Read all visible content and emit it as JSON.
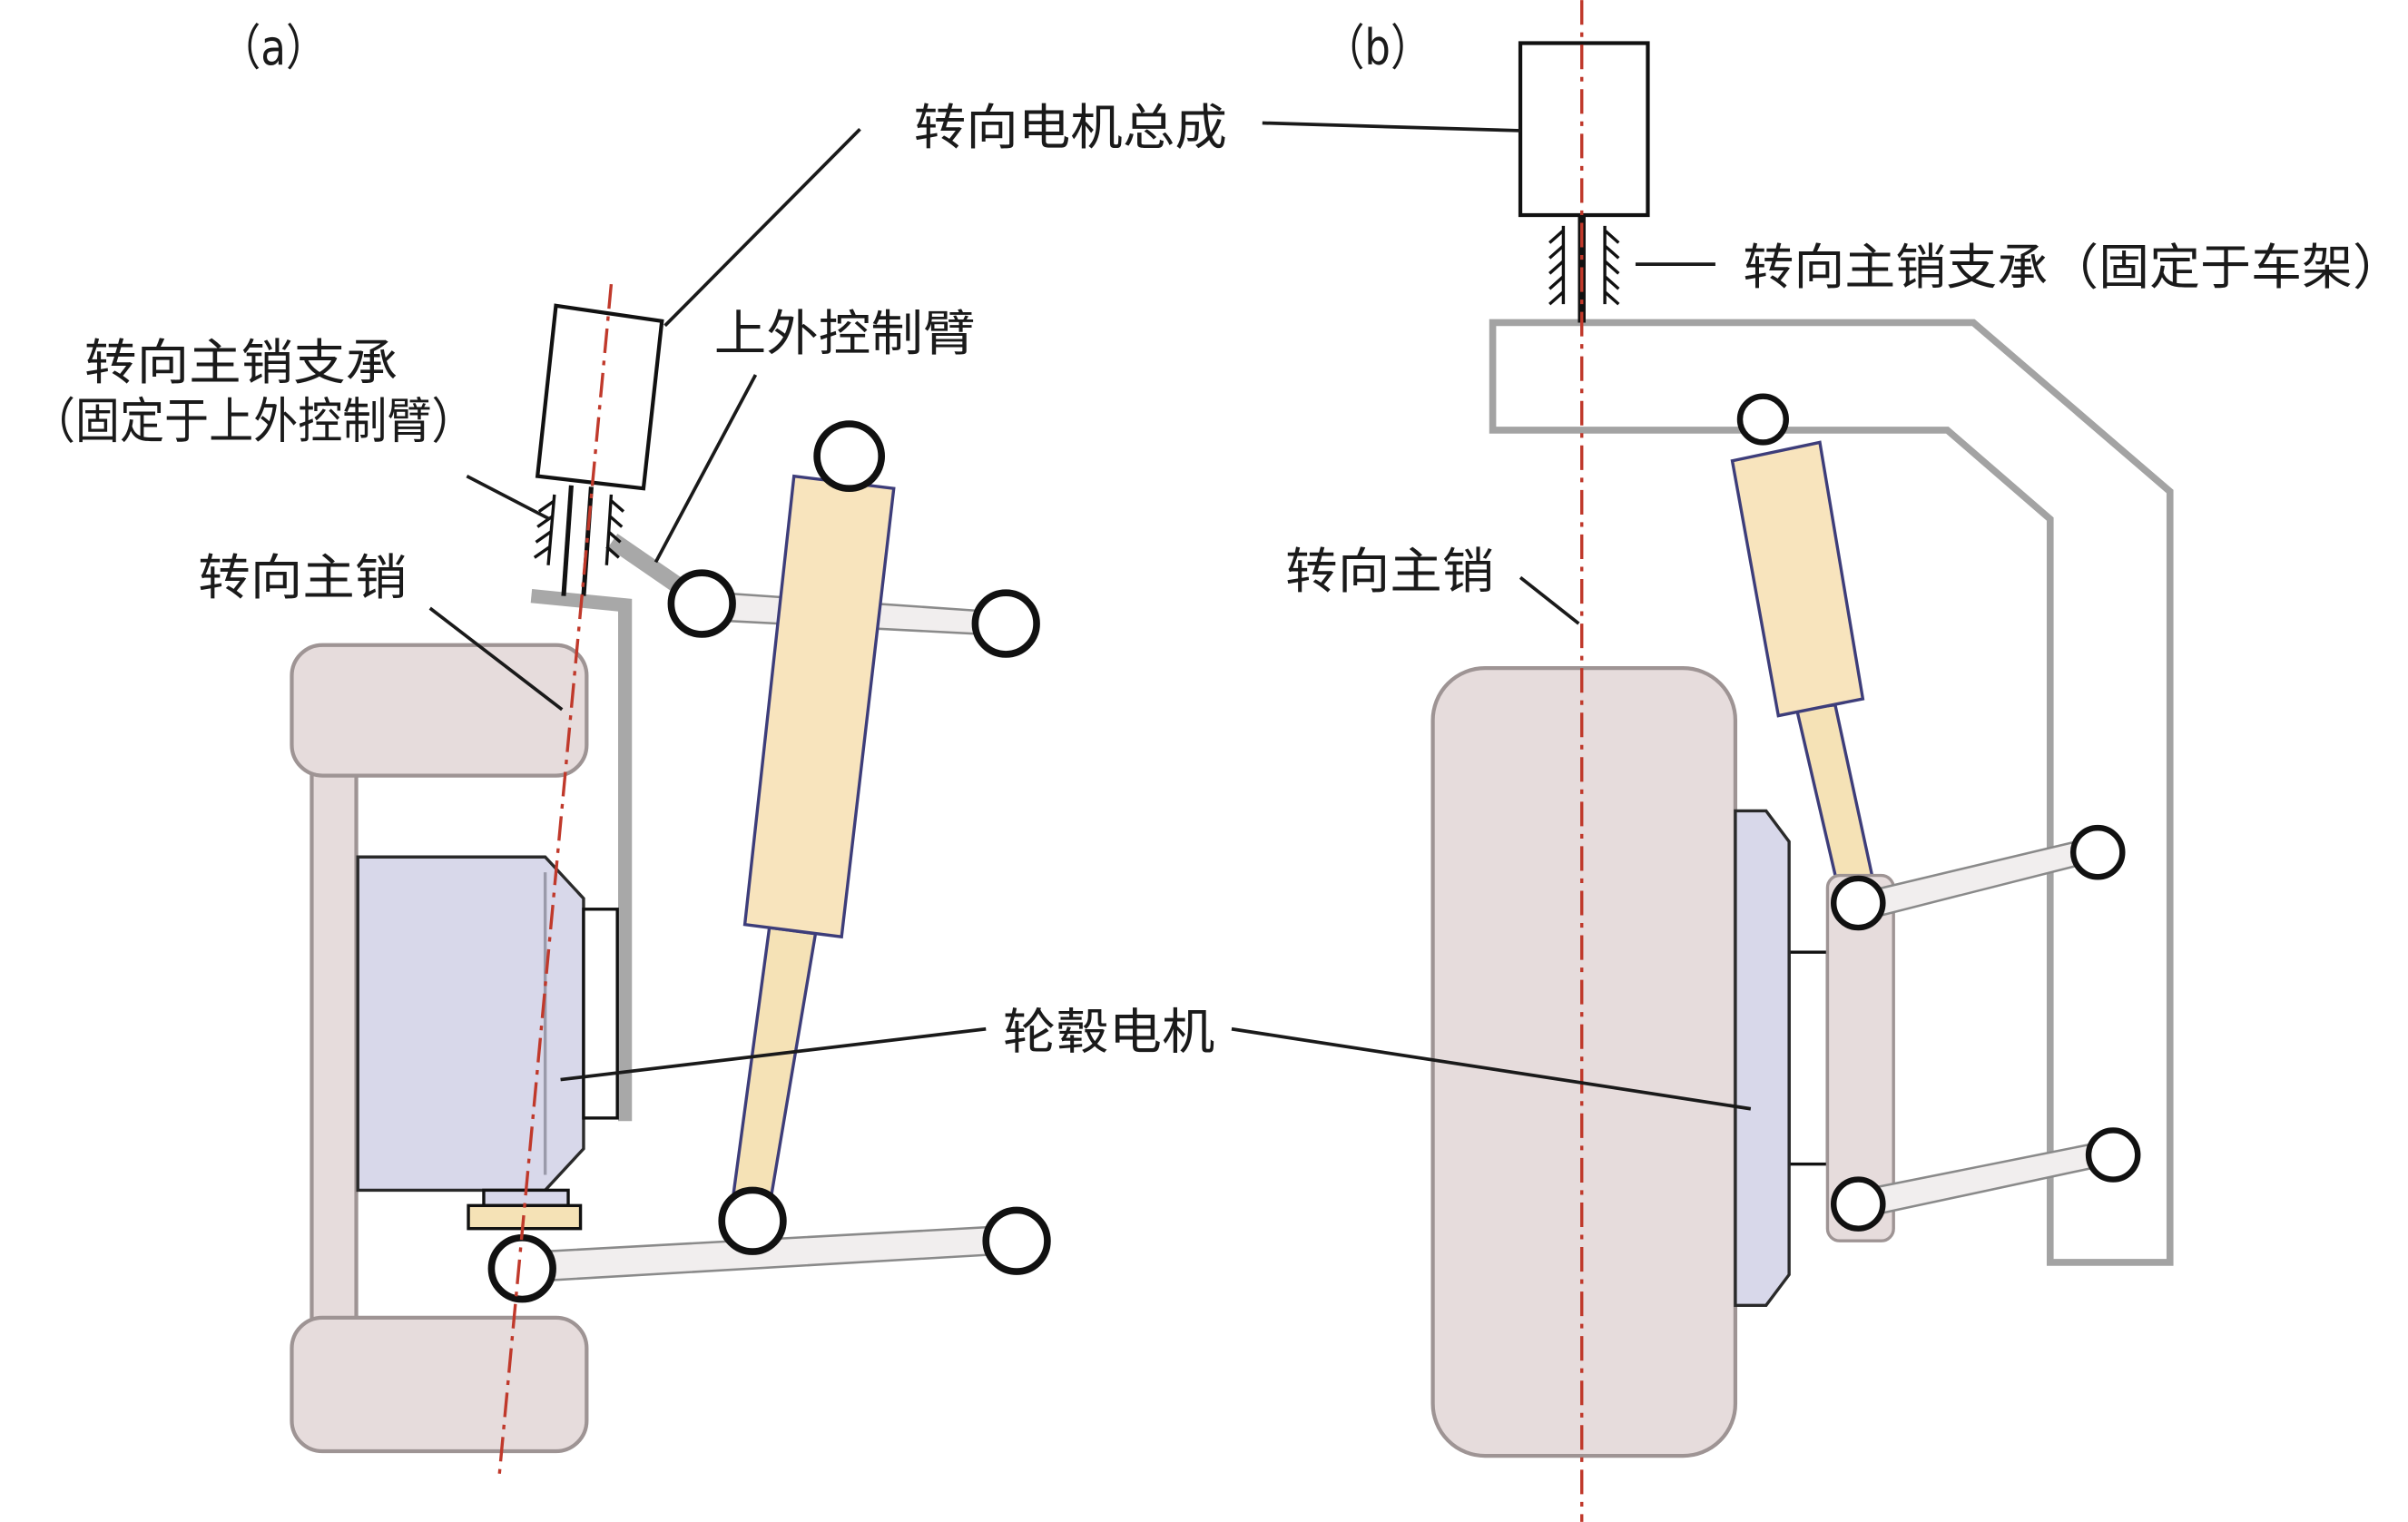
{
  "panels": {
    "a": {
      "label": "（a）"
    },
    "b": {
      "label": "（b）"
    }
  },
  "labels": {
    "steering_motor_assembly": "转向电机总成",
    "kingpin_bearing_a_line1": "转向主销支承",
    "kingpin_bearing_a_line2": "（固定于上外控制臂）",
    "upper_outer_control_arm": "上外控制臂",
    "kingpin_a": "转向主销",
    "kingpin_bearing_b": "转向主销支承（固定于车架）",
    "kingpin_b": "转向主销",
    "hub_motor": "轮毂电机"
  },
  "colors": {
    "kingpin_axis": "#c0392b",
    "tire": "#e6dcdc",
    "hub_motor": "#d8d8ea",
    "shock": "#f8e4bd",
    "shock_rod": "#f5e2b6",
    "frame": "#a3a3a3"
  }
}
